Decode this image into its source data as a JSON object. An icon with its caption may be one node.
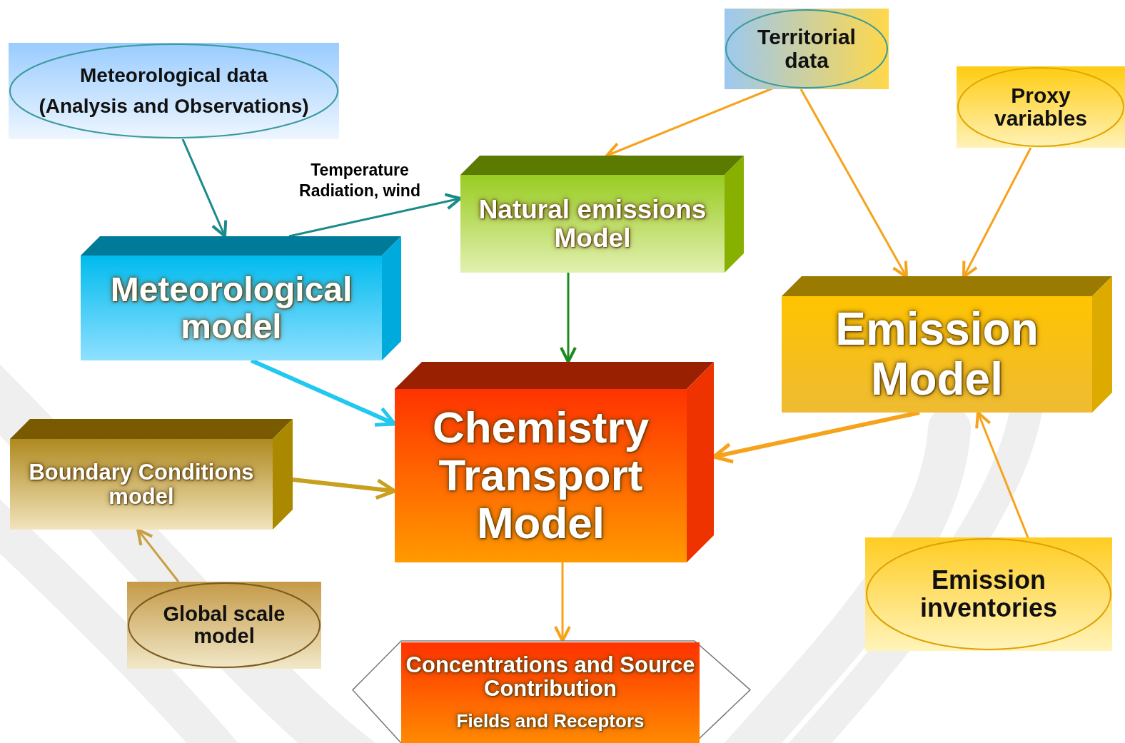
{
  "diagram": {
    "nodes": [
      {
        "text": [
          "Meteorological data",
          "(Analysis and Observations)"
        ]
      },
      {
        "text": [
          "Territorial data"
        ]
      },
      {
        "text": [
          "Proxy variables"
        ]
      },
      {
        "text": [
          "Natural emissions Model"
        ]
      },
      {
        "text": [
          "Meteorological model"
        ]
      },
      {
        "text": [
          "Emission Model"
        ]
      },
      {
        "text": [
          "Chemistry Transport Model"
        ]
      },
      {
        "text": [
          "Boundary Conditions model"
        ]
      },
      {
        "text": [
          "Global scale model"
        ]
      },
      {
        "text": [
          "Emission inventories"
        ]
      },
      {
        "text": [
          "Concentrations and Source Contribution",
          "Fields and Receptors"
        ]
      }
    ],
    "edges": [
      {
        "from": 0,
        "to": 4,
        "arrow": "to",
        "color": "#1a8a8a"
      },
      {
        "from": 4,
        "to": 3,
        "arrow": "to",
        "label": "Temperature Radiation, wind",
        "color": "#1a8a8a"
      },
      {
        "from": 1,
        "to": 3,
        "arrow": "to"
      },
      {
        "from": 1,
        "to": 5,
        "arrow": "to"
      },
      {
        "from": 2,
        "to": 5,
        "arrow": "to"
      },
      {
        "from": 3,
        "to": 6,
        "arrow": "to",
        "color": "#1f8a1f"
      },
      {
        "from": 4,
        "to": 6,
        "arrow": "to",
        "style": "thick",
        "color": "#22c8f0"
      },
      {
        "from": 5,
        "to": 6,
        "arrow": "to",
        "style": "thick"
      },
      {
        "from": 7,
        "to": 6,
        "arrow": "to",
        "style": "thick",
        "color": "#c8a020"
      },
      {
        "from": 8,
        "to": 7,
        "arrow": "to",
        "color": "#c8a040"
      },
      {
        "from": 9,
        "to": 5,
        "arrow": "to"
      },
      {
        "from": 6,
        "to": 10,
        "arrow": "to"
      }
    ]
  }
}
